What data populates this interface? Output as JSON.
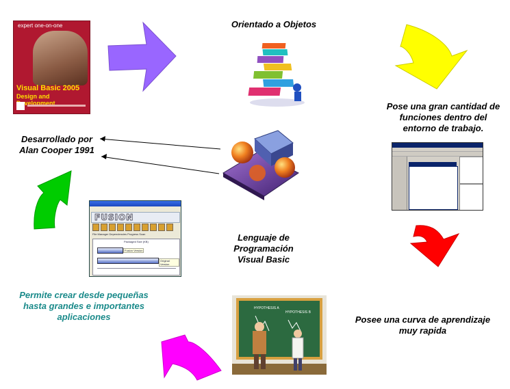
{
  "book": {
    "series": "expert one-on-one",
    "title_line1": "Visual Basic 2005",
    "title_line2": "Design and Development"
  },
  "fusion_window": {
    "logo": "FUSION",
    "tabs": "File Manager   Dependencies   Progress   Scan",
    "header": "Packaged Size (KB)",
    "label_top": "Fusion Version",
    "label_bottom": "Original Version"
  },
  "chalkboard": {
    "left_note": "HYPOTHESIS A",
    "right_note": "HYPOTHESIS B"
  },
  "captions": {
    "oop": "Orientado a Objetos",
    "functions": "Pose una gran cantidad de funciones dentro del entorno de trabajo.",
    "developed": "Desarrollado por Alan Cooper 1991",
    "center": "Lenguaje de Programación Visual Basic",
    "learning": "Posee una curva de aprendizaje muy rapida",
    "apps": "Permite crear desde pequeñas hasta grandes e importantes aplicaciones"
  },
  "colors": {
    "arrow_purple": "#9966ff",
    "arrow_yellow": "#ffff00",
    "arrow_red": "#ff0000",
    "arrow_magenta": "#ff00ff",
    "arrow_green": "#00cc00",
    "teal_text": "#1a8a8a"
  }
}
